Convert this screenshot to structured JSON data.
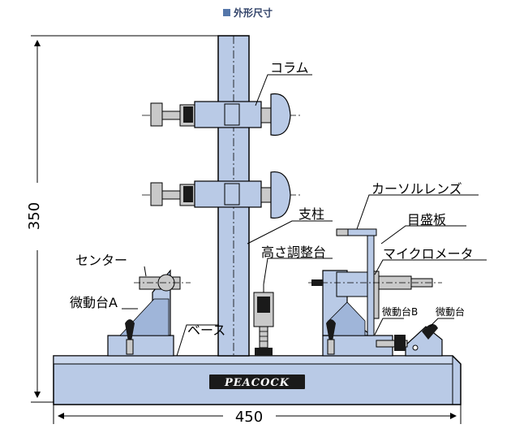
{
  "heading": {
    "marker_icon": "square-bullet-icon",
    "title": "外形尺寸"
  },
  "colors": {
    "body_blue": "#b9cae6",
    "steel_gray": "#c9c9c9",
    "dark": "#1a1a1a",
    "accent_heading": "#5577aa"
  },
  "labels": {
    "column": "コラム",
    "support": "支柱",
    "cursor_lens": "カーソルレンズ",
    "scale_plate": "目盛板",
    "height_adjuster": "高さ調整台",
    "micrometer": "マイクロメータ",
    "center": "センター",
    "fine_stage_a": "微動台A",
    "base": "ベース",
    "fine_stage_b": "微動台B",
    "fine_stage": "微動台"
  },
  "logo": "PEACOCK",
  "dimensions": {
    "height": "350",
    "width": "450"
  }
}
